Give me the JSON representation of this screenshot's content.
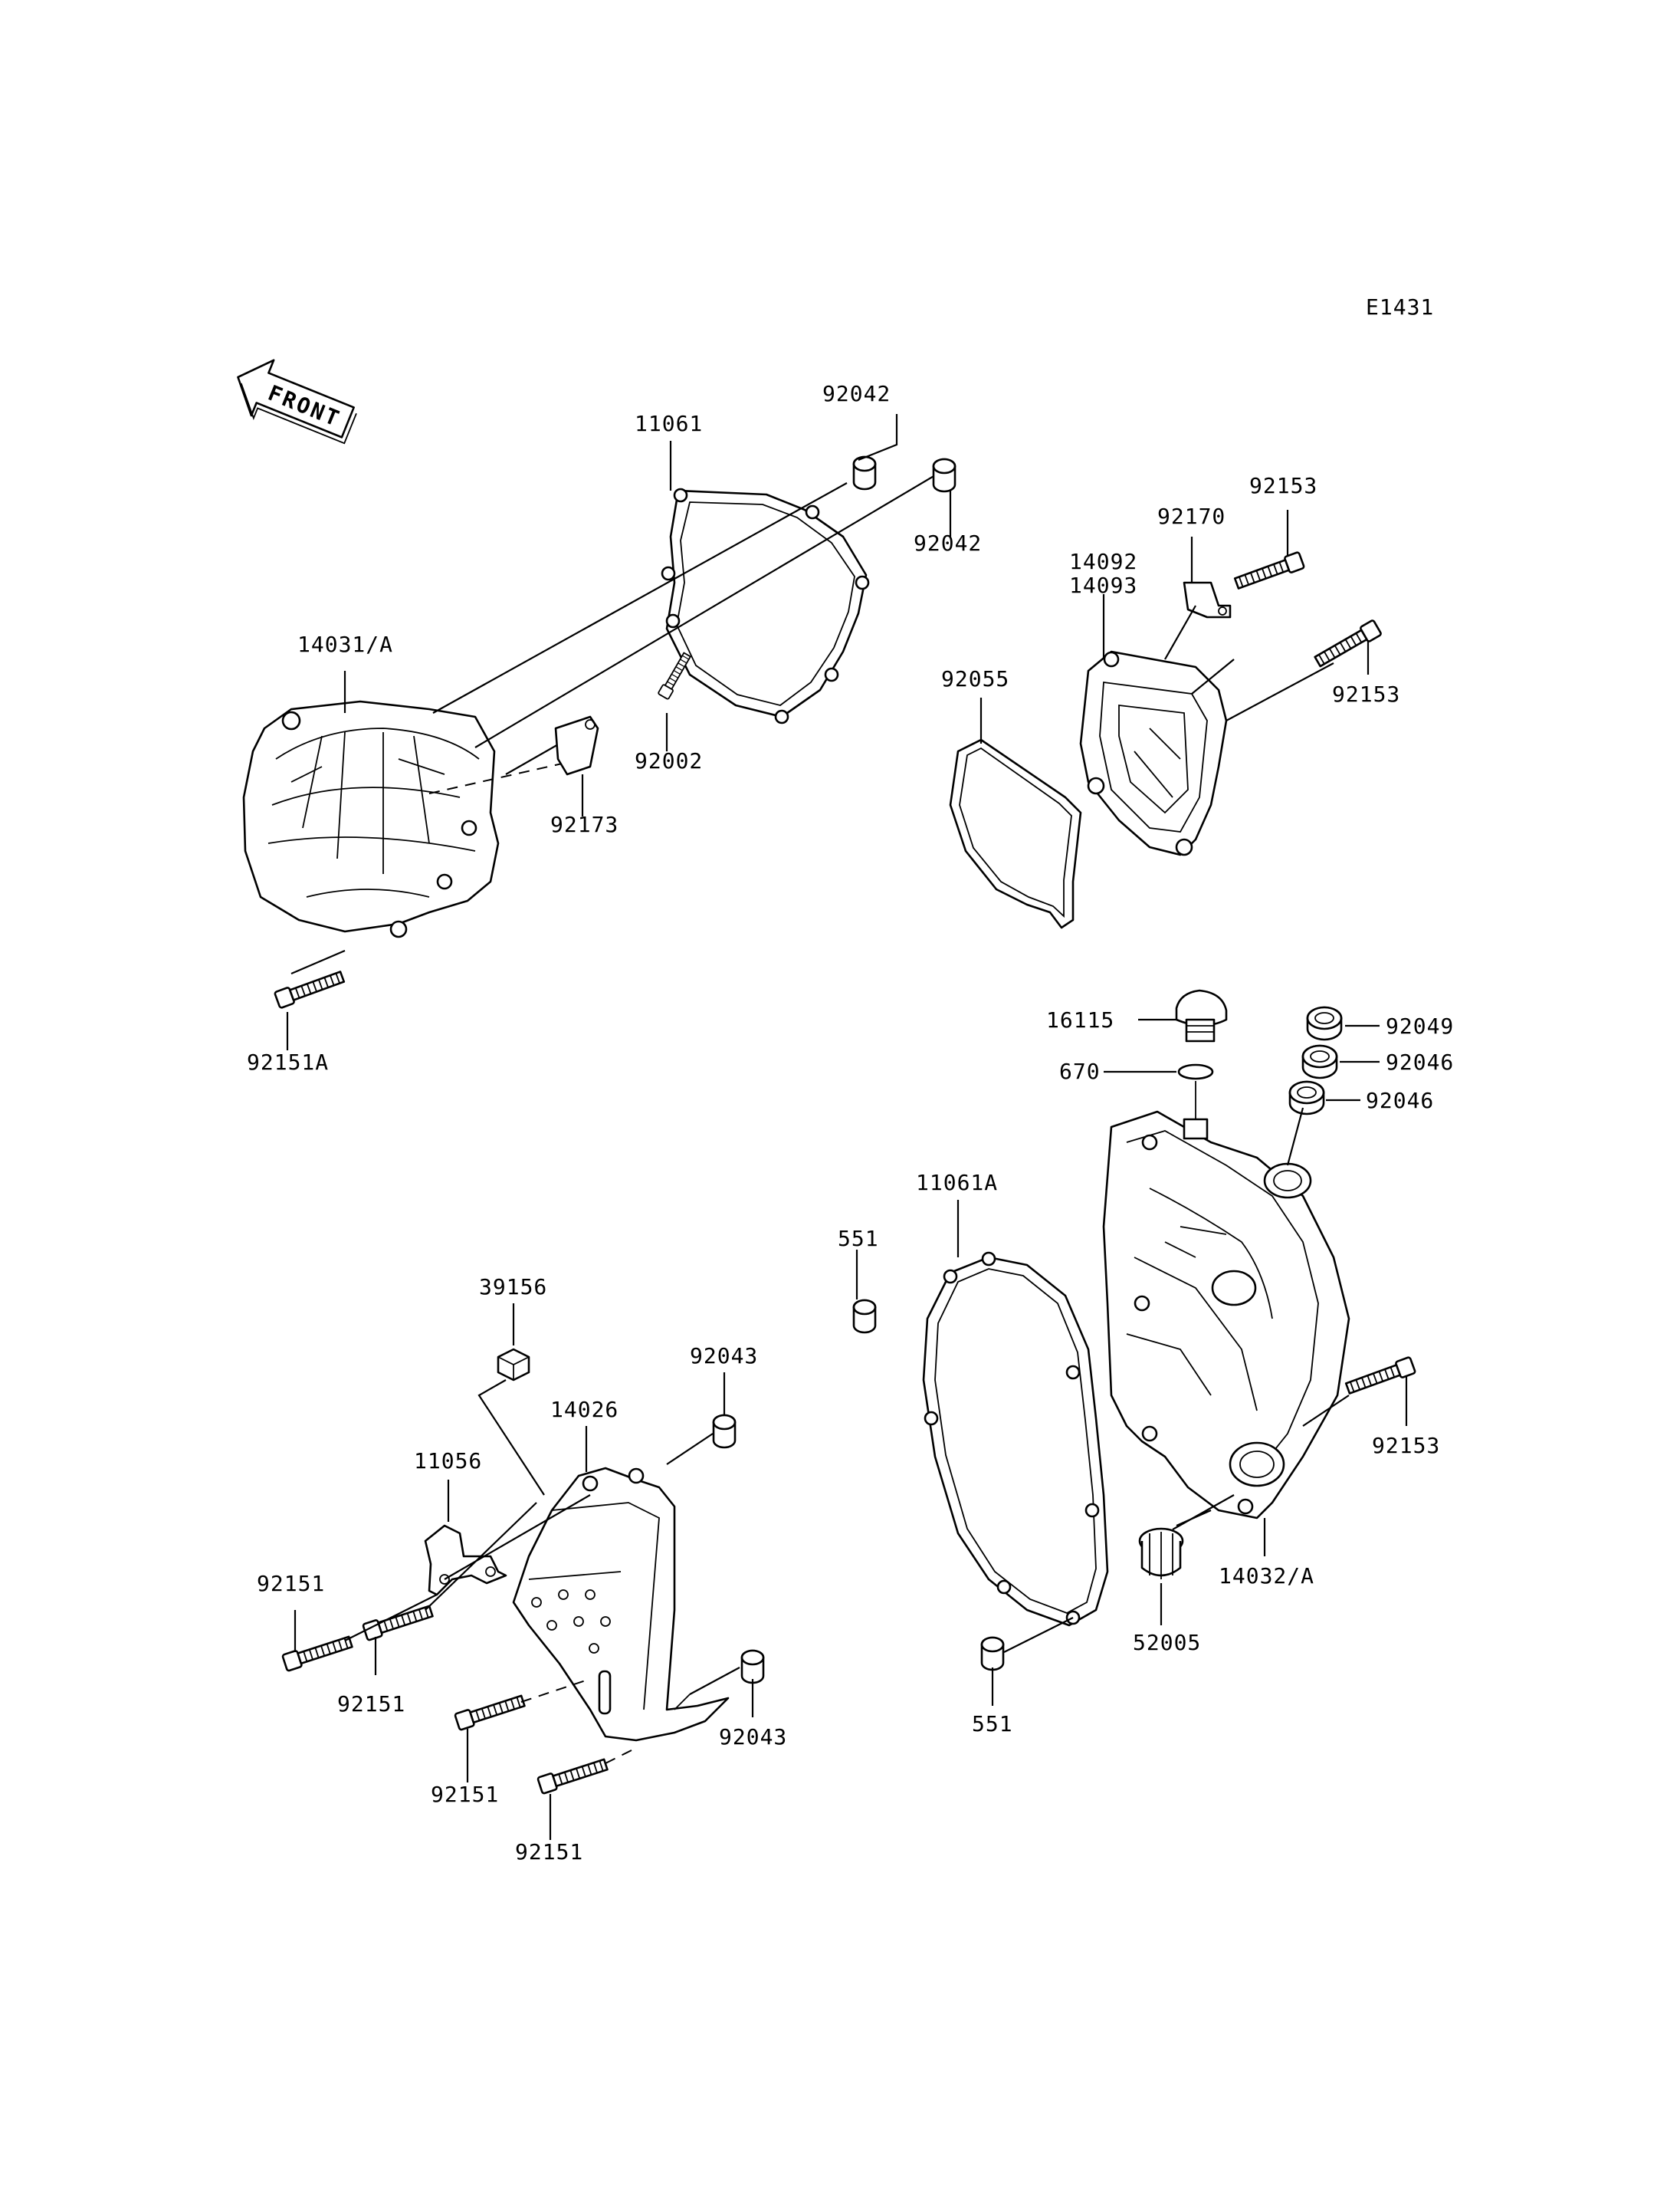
{
  "diagram_code": "E1431",
  "front_badge": "FRONT",
  "callouts": [
    {
      "id": "c-11061",
      "text": "11061"
    },
    {
      "id": "c-92042-a",
      "text": "92042"
    },
    {
      "id": "c-92042-b",
      "text": "92042"
    },
    {
      "id": "c-14031",
      "text": "14031/A"
    },
    {
      "id": "c-92002",
      "text": "92002"
    },
    {
      "id": "c-92173",
      "text": "92173"
    },
    {
      "id": "c-92151A",
      "text": "92151A"
    },
    {
      "id": "c-92153-a",
      "text": "92153"
    },
    {
      "id": "c-92170",
      "text": "92170"
    },
    {
      "id": "c-14092",
      "text": "14092"
    },
    {
      "id": "c-14093",
      "text": "14093"
    },
    {
      "id": "c-92153-b",
      "text": "92153"
    },
    {
      "id": "c-92055",
      "text": "92055"
    },
    {
      "id": "c-16115",
      "text": "16115"
    },
    {
      "id": "c-670",
      "text": "670"
    },
    {
      "id": "c-92049",
      "text": "92049"
    },
    {
      "id": "c-92046-a",
      "text": "92046"
    },
    {
      "id": "c-92046-b",
      "text": "92046"
    },
    {
      "id": "c-11061A",
      "text": "11061A"
    },
    {
      "id": "c-551-a",
      "text": "551"
    },
    {
      "id": "c-92153-c",
      "text": "92153"
    },
    {
      "id": "c-14032",
      "text": "14032/A"
    },
    {
      "id": "c-52005",
      "text": "52005"
    },
    {
      "id": "c-551-b",
      "text": "551"
    },
    {
      "id": "c-39156",
      "text": "39156"
    },
    {
      "id": "c-92043-a",
      "text": "92043"
    },
    {
      "id": "c-14026",
      "text": "14026"
    },
    {
      "id": "c-11056",
      "text": "11056"
    },
    {
      "id": "c-92151-a",
      "text": "92151"
    },
    {
      "id": "c-92151-b",
      "text": "92151"
    },
    {
      "id": "c-92043-b",
      "text": "92043"
    },
    {
      "id": "c-92151-c",
      "text": "92151"
    },
    {
      "id": "c-92151-d",
      "text": "92151"
    }
  ]
}
